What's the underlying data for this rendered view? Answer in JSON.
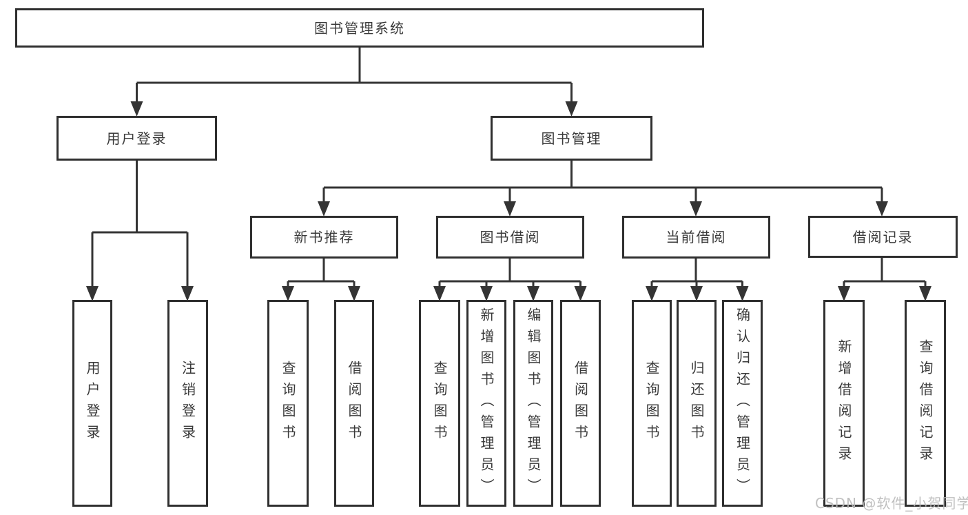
{
  "diagram_type": "tree",
  "tree": {
    "label": "图书管理系统",
    "children": [
      {
        "label": "用户登录",
        "children": [
          {
            "label": "用户登录"
          },
          {
            "label": "注销登录"
          }
        ]
      },
      {
        "label": "图书管理",
        "children": [
          {
            "label": "新书推荐",
            "children": [
              {
                "label": "查询图书"
              },
              {
                "label": "借阅图书"
              }
            ]
          },
          {
            "label": "图书借阅",
            "children": [
              {
                "label": "查询图书"
              },
              {
                "label": "新增图书（管理员）"
              },
              {
                "label": "编辑图书（管理员）"
              },
              {
                "label": "借阅图书"
              }
            ]
          },
          {
            "label": "当前借阅",
            "children": [
              {
                "label": "查询图书"
              },
              {
                "label": "归还图书"
              },
              {
                "label": "确认归还（管理员）"
              }
            ]
          },
          {
            "label": "借阅记录",
            "children": [
              {
                "label": "新增借阅记录"
              },
              {
                "label": "查询借阅记录"
              }
            ]
          }
        ]
      }
    ]
  },
  "watermark": {
    "text": "CSDN @软件_小贺同学"
  },
  "colors": {
    "background": "#ffffff",
    "box_border": "#2f2f2f",
    "connector_line": "#343434",
    "text": "#3a3a3a",
    "watermark": "#b9b9b9"
  }
}
